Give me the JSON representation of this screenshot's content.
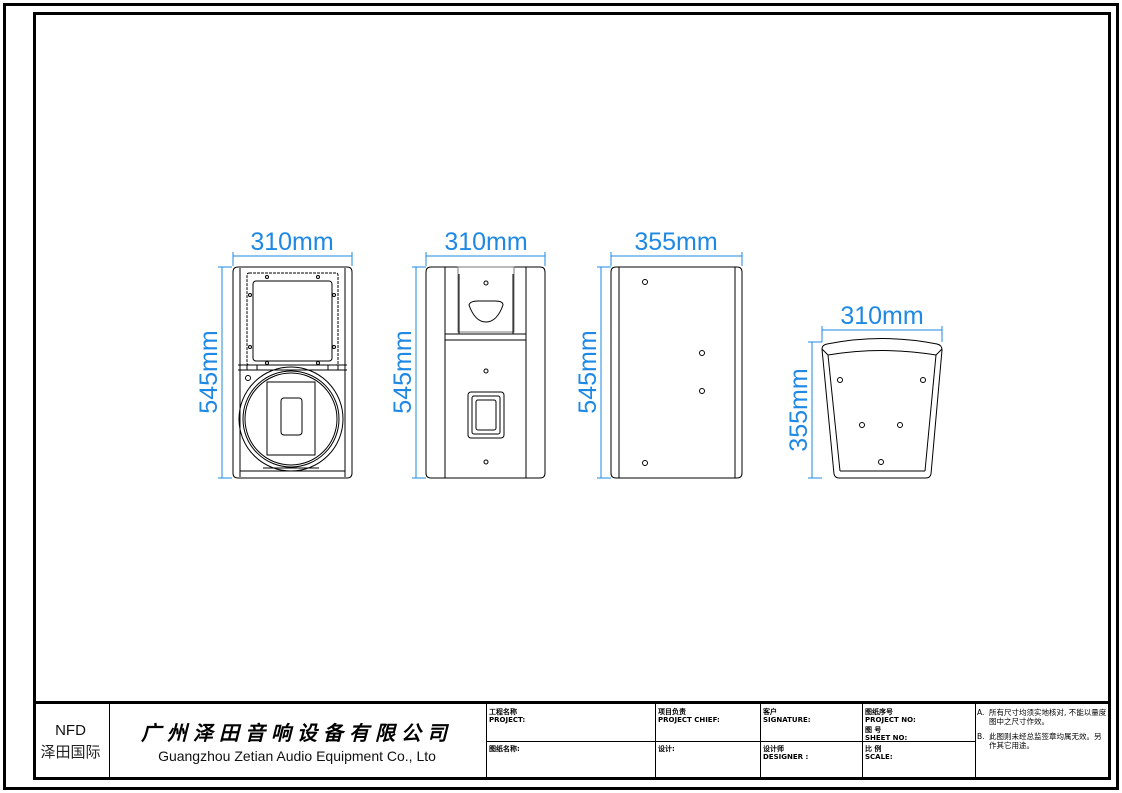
{
  "drawing": {
    "dimension_color": "#1e88e5",
    "views": [
      {
        "name": "front-view",
        "width_label": "310mm",
        "height_label": "545mm"
      },
      {
        "name": "back-view",
        "width_label": "310mm",
        "height_label": "545mm"
      },
      {
        "name": "side-view",
        "width_label": "355mm",
        "height_label": "545mm"
      },
      {
        "name": "top-view",
        "width_label": "310mm",
        "height_label": "355mm"
      }
    ]
  },
  "title_block": {
    "brand_code": "NFD",
    "brand_cn": "泽田国际",
    "company_cn": "广州泽田音响设备有限公司",
    "company_en": "Guangzhou Zetian Audio Equipment Co., Lto",
    "fields": {
      "project_cn": "工程名称",
      "project_en": "PROJECT:",
      "drawing_name": "图纸名称:",
      "project_chief_cn": "项目负责",
      "project_chief_en": "PROJECT CHIEF:",
      "design": "设计:",
      "client_cn": "客户",
      "signature_en": "SIGNATURE:",
      "designer_cn": "设计师",
      "designer_en": "DESIGNER :",
      "project_no_cn": "图纸序号",
      "project_no_en": "PROJECT NO:",
      "sheet_cn": "图  号",
      "sheet_en": "SHEET  NO:",
      "scale_cn": "比  例",
      "scale_en": "SCALE:"
    },
    "notes": [
      {
        "key": "A.",
        "text": "所有尺寸均须实地核对, 不能以量度图中之尺寸作效。"
      },
      {
        "key": "B.",
        "text": "此图则未经总监签章均属无效。另作其它用途。"
      }
    ]
  }
}
